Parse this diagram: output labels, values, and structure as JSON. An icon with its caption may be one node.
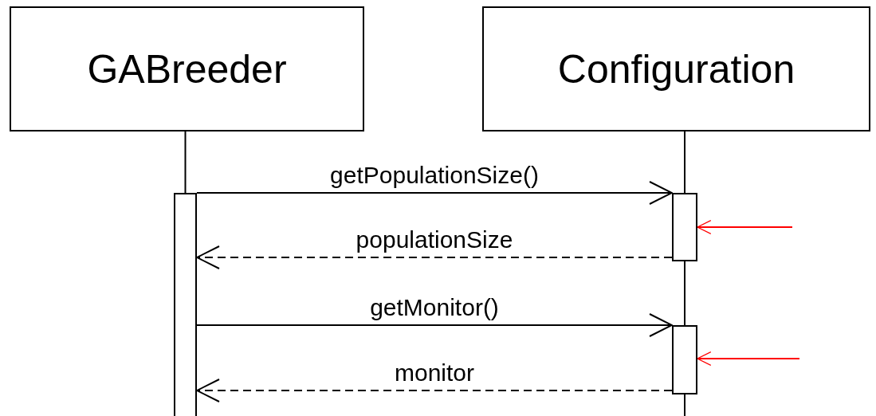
{
  "diagram": {
    "nodes": [
      {
        "text": [
          "GABreeder"
        ]
      },
      {
        "text": [
          "Configuration"
        ]
      },
      {
        "text": [],
        "shape": "bar"
      },
      {
        "text": [],
        "shape": "bar"
      },
      {
        "text": [],
        "shape": "bar"
      }
    ],
    "edges": [
      {
        "from": 0,
        "to": 2,
        "arrow": "none"
      },
      {
        "from": 1,
        "to": 3,
        "arrow": "none"
      },
      {
        "from": 3,
        "to": 4,
        "arrow": "none"
      },
      {
        "from": 4,
        "to": null,
        "arrow": "none"
      },
      {
        "from": 2,
        "to": 3,
        "arrow": "to",
        "label": "getPopulationSize()"
      },
      {
        "from": 3,
        "to": 2,
        "arrow": "to",
        "label": "populationSize",
        "style": "dashed"
      },
      {
        "from": 2,
        "to": 4,
        "arrow": "to",
        "label": "getMonitor()"
      },
      {
        "from": 4,
        "to": 2,
        "arrow": "to",
        "label": "monitor",
        "style": "dashed"
      },
      {
        "from": null,
        "to": 3,
        "arrow": "to",
        "color": "#ff0000"
      },
      {
        "from": null,
        "to": 4,
        "arrow": "to",
        "color": "#ff0000"
      }
    ]
  }
}
